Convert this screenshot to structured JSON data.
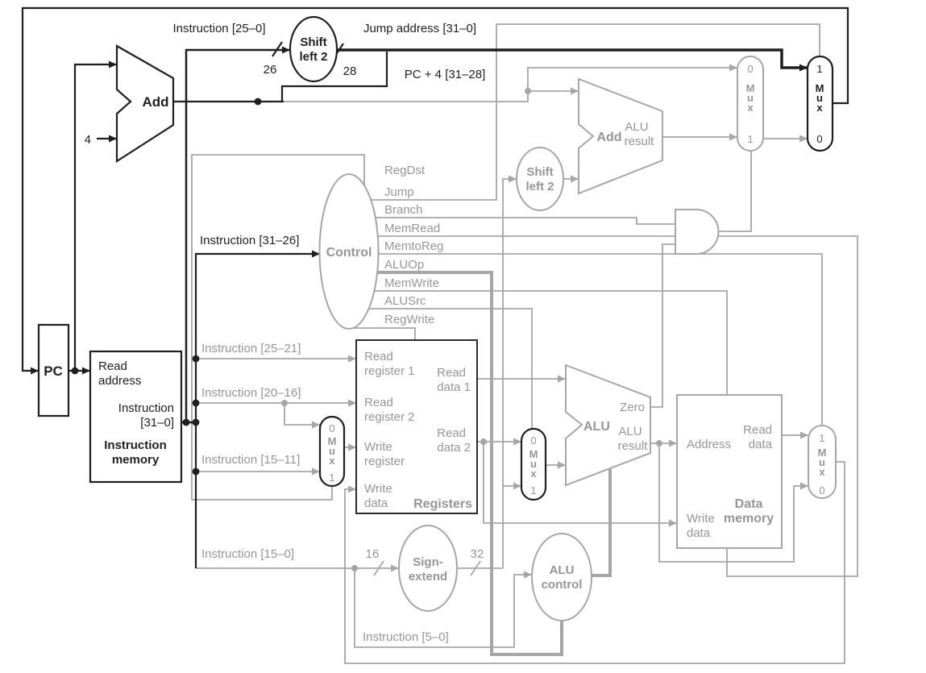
{
  "colors": {
    "black": "#1f1f1f",
    "gray_line": "#a6a6a6",
    "gray_text": "#969696",
    "dark_border": "#2b2b2b",
    "background": "#ffffff"
  },
  "top": {
    "instruction_25_0": "Instruction [25–0]",
    "shift_left_2_line1": "Shift",
    "shift_left_2_line2": "left 2",
    "width_26": "26",
    "width_28": "28",
    "jump_address": "Jump address [31–0]",
    "pc_plus_4": "PC + 4 [31–28]",
    "adder_label": "Add",
    "increment_value": "4"
  },
  "pc": {
    "label": "PC"
  },
  "instruction_memory": {
    "port_read_address_line1": "Read",
    "port_read_address_line2": "address",
    "port_instruction_line1": "Instruction",
    "port_instruction_line2": "[31–0]",
    "name_line1": "Instruction",
    "name_line2": "memory"
  },
  "control": {
    "name": "Control",
    "input_label": "Instruction [31–26]",
    "signals": [
      "RegDst",
      "Jump",
      "Branch",
      "MemRead",
      "MemtoReg",
      "ALUOp",
      "MemWrite",
      "ALUSrc",
      "RegWrite"
    ]
  },
  "instruction_fields": {
    "bits_25_21": "Instruction [25–21]",
    "bits_20_16": "Instruction [20–16]",
    "bits_15_11": "Instruction [15–11]",
    "bits_15_0": "Instruction [15–0]",
    "bits_5_0": "Instruction [5–0]"
  },
  "registers": {
    "read_register_1_line1": "Read",
    "read_register_1_line2": "register 1",
    "read_register_2_line1": "Read",
    "read_register_2_line2": "register 2",
    "write_register_line1": "Write",
    "write_register_line2": "register",
    "write_data_line1": "Write",
    "write_data_line2": "data",
    "read_data_1_line1": "Read",
    "read_data_1_line2": "data 1",
    "read_data_2_line1": "Read",
    "read_data_2_line2": "data 2",
    "name": "Registers"
  },
  "mux": {
    "m": "M",
    "u": "u",
    "x": "x",
    "input0": "0",
    "input1": "1"
  },
  "branch_adder": {
    "name": "Add",
    "result_line1": "ALU",
    "result_line2": "result"
  },
  "branch_shift": {
    "line1": "Shift",
    "line2": "left 2"
  },
  "alu": {
    "name": "ALU",
    "zero": "Zero",
    "result_line1": "ALU",
    "result_line2": "result"
  },
  "sign_extend": {
    "line1": "Sign-",
    "line2": "extend",
    "input_width": "16",
    "output_width": "32"
  },
  "alu_control": {
    "line1": "ALU",
    "line2": "control"
  },
  "data_memory": {
    "port_address": "Address",
    "port_read_data_line1": "Read",
    "port_read_data_line2": "data",
    "port_write_data_line1": "Write",
    "port_write_data_line2": "data",
    "name_line1": "Data",
    "name_line2": "memory"
  }
}
